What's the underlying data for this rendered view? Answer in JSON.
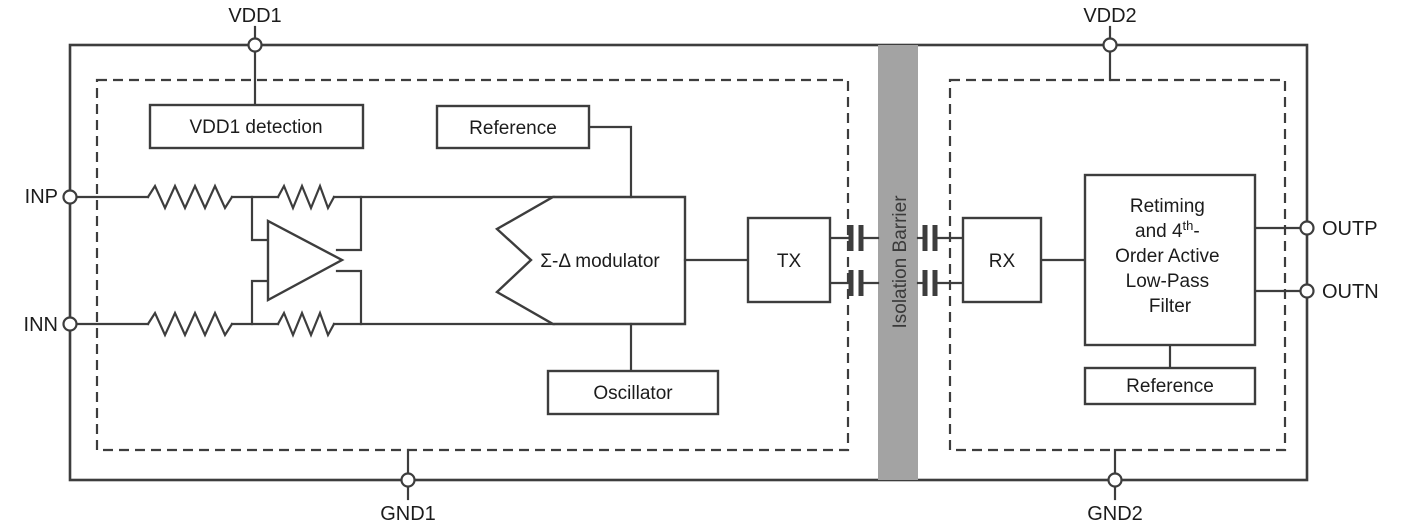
{
  "pins": {
    "vdd1": "VDD1",
    "vdd2": "VDD2",
    "gnd1": "GND1",
    "gnd2": "GND2",
    "inp": "INP",
    "inn": "INN",
    "outp": "OUTP",
    "outn": "OUTN"
  },
  "blocks": {
    "vdd1_detection": "VDD1 detection",
    "reference_left": "Reference",
    "sigma_delta_modulator": "Σ-Δ modulator",
    "oscillator": "Oscillator",
    "tx": "TX",
    "rx": "RX",
    "reference_right": "Reference",
    "filter": {
      "line1": "Retiming",
      "line2_pre": "and 4",
      "line2_sup": "th",
      "line2_post": "-",
      "line3": "Order Active",
      "line4": "Low-Pass",
      "line5": "Filter"
    }
  },
  "barrier": {
    "label": "Isolation Barrier"
  },
  "colors": {
    "stroke": "#3d3d3d",
    "barrier_fill": "#a3a3a3",
    "background": "#ffffff"
  }
}
